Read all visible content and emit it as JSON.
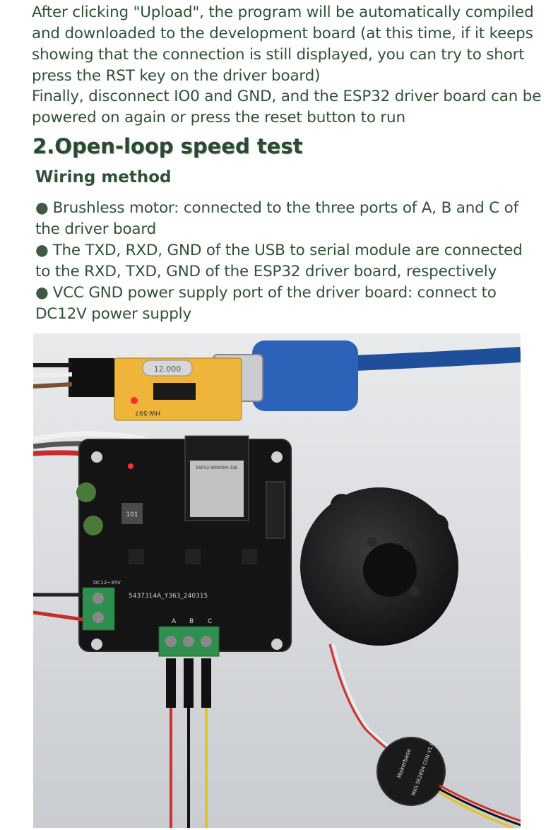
{
  "intro": {
    "lines": [
      "After clicking \"Upload\", the program will be automatically compiled",
      "and downloaded to the development board (at this time, if it keeps",
      "showing that the connection is still displayed, you can try to short",
      "press the RST key on the driver board)",
      "Finally, disconnect IO0 and GND, and the ESP32 driver board can be",
      "powered on again or press the reset button to run"
    ]
  },
  "section": {
    "title": "2.Open-loop speed test",
    "subtitle": "Wiring method"
  },
  "wiring": {
    "bullet": "●",
    "lines": [
      "Brushless motor: connected to the three ports of A, B and C of",
      "the driver board",
      "The TXD, RXD, GND of the USB to serial module are connected",
      "to the RXD, TXD, GND of the ESP32 driver board, respectively",
      "VCC GND power supply port of the driver board: connect to",
      "DC12V power supply"
    ]
  },
  "photo": {
    "usb_module_label": "HW-597",
    "crystal_label": "12.000",
    "esp_module_label": "ESP32-WROOM-32E",
    "board_code": "5437314A_Y363_240315",
    "power_label": "DC12~35V",
    "port_labels": [
      "A",
      "B",
      "C"
    ],
    "inductor_label": "101",
    "encoder_brand": "Makerbase",
    "encoder_label": "MKS SE2804 CON V1.0"
  }
}
